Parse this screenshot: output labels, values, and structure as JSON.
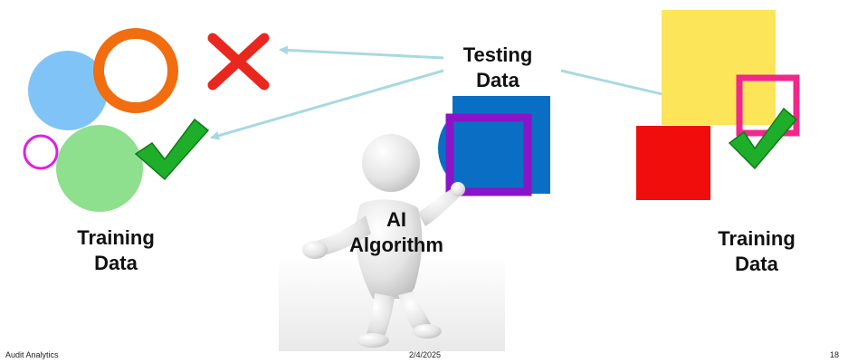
{
  "slide": {
    "labels": {
      "testing_line1": "Testing",
      "testing_line2": "Data",
      "ai_line1": "AI",
      "ai_line2": "Algorithm",
      "training_left_line1": "Training",
      "training_left_line2": "Data",
      "training_right_line1": "Training",
      "training_right_line2": "Data"
    },
    "footer": {
      "left": "Audit Analytics",
      "center": "2/4/2025",
      "right": "18"
    }
  },
  "colors": {
    "light_blue": "#80c4f7",
    "orange": "#f26c10",
    "red_x": "#e8281e",
    "green_circle": "#8ee08e",
    "magenta": "#e020e0",
    "check_green": "#1fae2a",
    "blue_shape": "#0a6fc4",
    "purple": "#8a14c8",
    "yellow": "#fde55a",
    "pink": "#f0288c",
    "red_square": "#f20d0d",
    "arrow": "#a9d9e0"
  }
}
